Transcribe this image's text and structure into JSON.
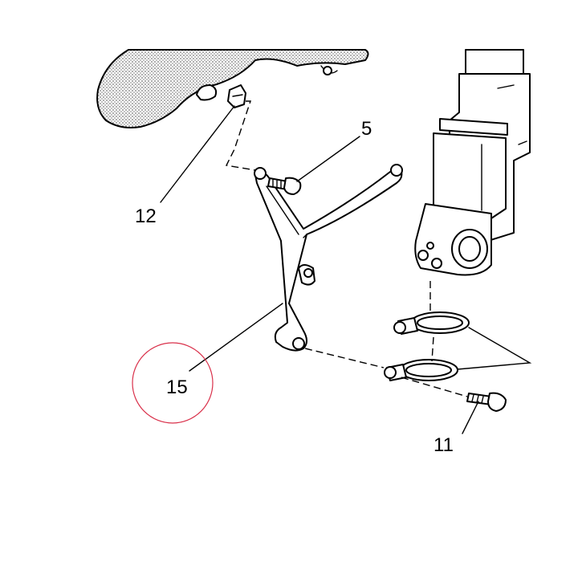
{
  "callouts": [
    {
      "number": "5"
    },
    {
      "number": "12"
    },
    {
      "number": "15",
      "highlighted": true
    },
    {
      "number": "11"
    }
  ],
  "colors": {
    "line": "#000000",
    "highlight_circle": "#d9304a",
    "background": "#ffffff",
    "shading": "#9a9a9a"
  }
}
